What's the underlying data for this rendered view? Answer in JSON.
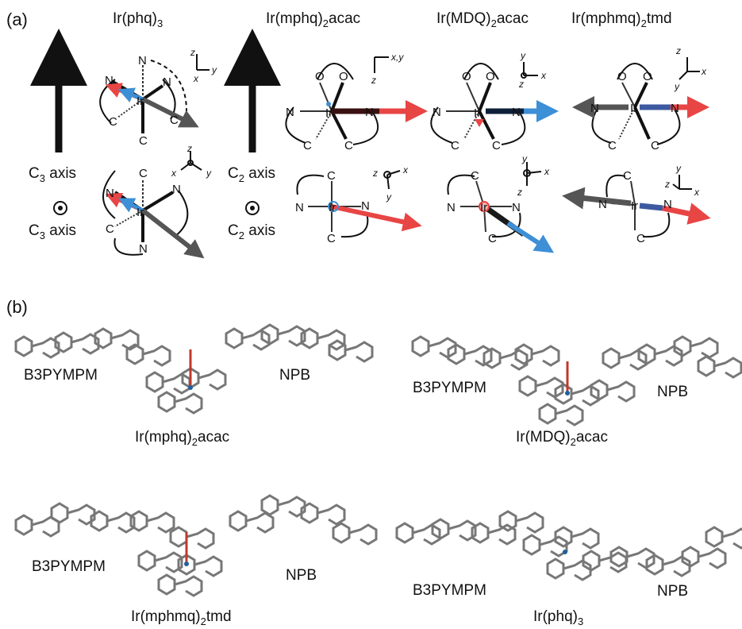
{
  "panel_a": {
    "label": "(a)",
    "columns": [
      {
        "id": "phq3",
        "base": "Ir(phq)",
        "sub": "3",
        "tail": ""
      },
      {
        "id": "mphq",
        "base": "Ir(mphq)",
        "sub": "2",
        "tail": "acac"
      },
      {
        "id": "mdq",
        "base": "Ir(MDQ)",
        "sub": "2",
        "tail": "acac"
      },
      {
        "id": "mphmq",
        "base": "Ir(mphmq)",
        "sub": "2",
        "tail": "tmd"
      }
    ],
    "c3_axis_label": {
      "base": "C",
      "sub": "3",
      "tail": " axis"
    },
    "c2_axis_label": {
      "base": "C",
      "sub": "2",
      "tail": " axis"
    },
    "atoms": {
      "iridium": "Ir",
      "nitrogen": "N",
      "carbon": "C",
      "oxygen": "O"
    },
    "axes": {
      "x": "x",
      "y": "y",
      "z": "z",
      "xy": "x,y"
    }
  },
  "panel_b": {
    "label": "(b)",
    "host_1": "B3PYMPM",
    "host_2": "NPB",
    "dopants": [
      {
        "base": "Ir(mphq)",
        "sub": "2",
        "tail": "acac"
      },
      {
        "base": "Ir(MDQ)",
        "sub": "2",
        "tail": "acac"
      },
      {
        "base": "Ir(mphmq)",
        "sub": "2",
        "tail": "tmd"
      },
      {
        "base": "Ir(phq)",
        "sub": "3",
        "tail": ""
      }
    ]
  },
  "colors": {
    "red_dipole": "#e84545",
    "blue_dipole": "#3d8fd6",
    "dark_dipole": "#555555",
    "bond": "#333333"
  }
}
